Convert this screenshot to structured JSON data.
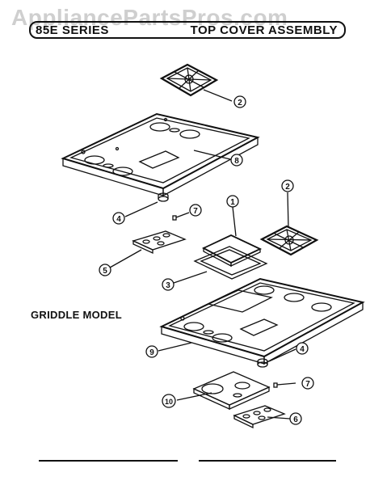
{
  "watermark": "AppliancePartsPros.com",
  "header": {
    "series": "85E SERIES",
    "title": "TOP COVER ASSEMBLY"
  },
  "model_label": "GRIDDLE MODEL",
  "callouts": {
    "grate_top": "2",
    "cooktop_top": "8",
    "knob_left": "4",
    "clip_top": "7",
    "bracket_top": "5",
    "griddle": "1",
    "grate_right": "2",
    "griddle_frame": "3",
    "cooktop_griddle": "9",
    "knob_right": "4",
    "clip_bottom": "7",
    "drip_pan": "10",
    "bracket_bottom": "6"
  }
}
